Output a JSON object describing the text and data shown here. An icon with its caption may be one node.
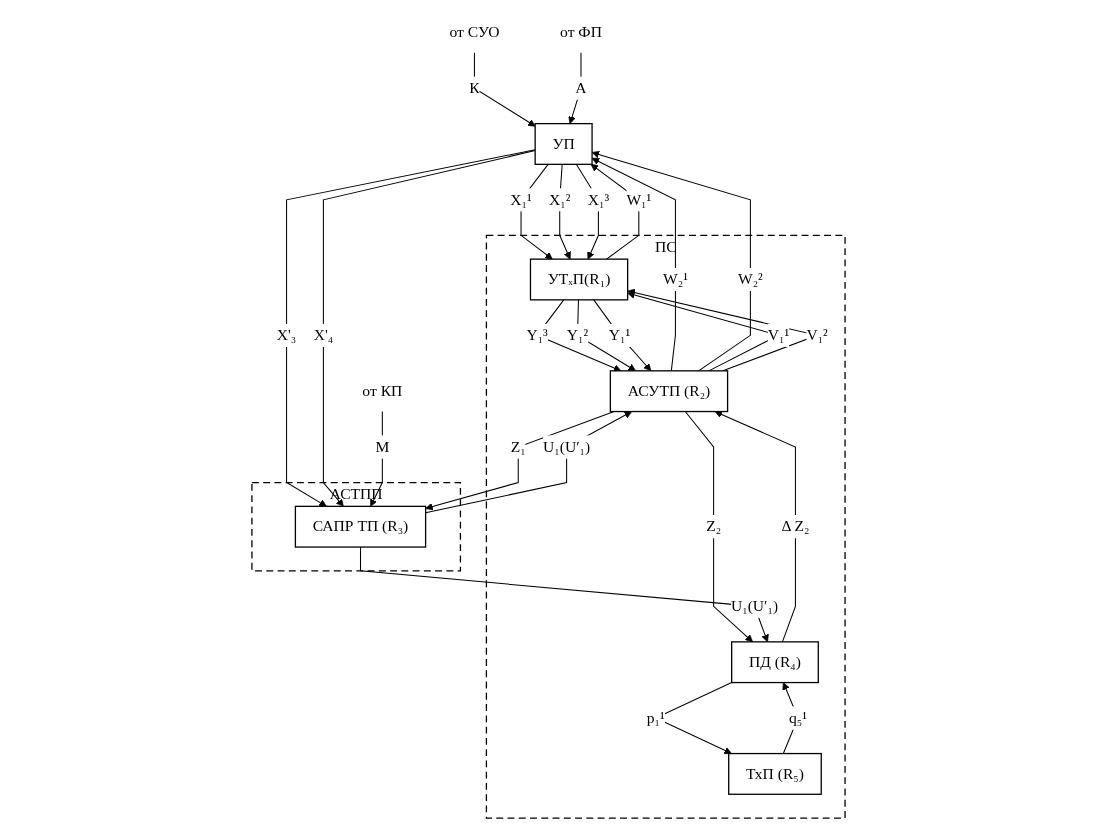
{
  "diagram": {
    "nodes": [
      {
        "text": [
          "от СУО"
        ]
      },
      {
        "text": [
          "от ФП"
        ]
      },
      {
        "text": [
          "УП"
        ]
      },
      {
        "text": [
          "ПС"
        ]
      },
      {
        "text": [
          "УТₓП(R₁)"
        ],
        "in": 3
      },
      {
        "text": [
          "АСУТП (R₂)"
        ],
        "in": 3
      },
      {
        "text": [
          "ПД (R₄)"
        ],
        "in": 3
      },
      {
        "text": [
          "ТхП (R₅)"
        ],
        "in": 3
      },
      {
        "text": [
          "АСТПП"
        ]
      },
      {
        "text": [
          "САПР ТП (R₃)"
        ],
        "in": 8
      },
      {
        "text": [
          "от КП"
        ]
      }
    ],
    "edges": [
      {
        "from": 0,
        "to": 2,
        "arrow": "to",
        "label": "К"
      },
      {
        "from": 1,
        "to": 2,
        "arrow": "to",
        "label": "А"
      },
      {
        "from": 2,
        "to": 4,
        "arrow": "to",
        "label": "X₁¹"
      },
      {
        "from": 4,
        "to": 2,
        "arrow": "to",
        "label": "W₁¹"
      },
      {
        "from": 2,
        "to": 4,
        "arrow": "to",
        "label": "X₁²"
      },
      {
        "from": 2,
        "to": 4,
        "arrow": "to",
        "label": "X₁³"
      },
      {
        "from": 5,
        "to": 2,
        "arrow": "to",
        "label": "W₂¹"
      },
      {
        "from": 5,
        "to": 2,
        "arrow": "to",
        "label": "W₂²"
      },
      {
        "from": 4,
        "to": 5,
        "arrow": "to",
        "label": "Y₁³"
      },
      {
        "from": 4,
        "to": 5,
        "arrow": "to",
        "label": "Y₁²"
      },
      {
        "from": 4,
        "to": 5,
        "arrow": "to",
        "label": "Y₁¹"
      },
      {
        "from": 5,
        "to": 4,
        "arrow": "to",
        "label": "V₁¹"
      },
      {
        "from": 5,
        "to": 4,
        "arrow": "to",
        "label": "V₁²"
      },
      {
        "from": 2,
        "to": 9,
        "arrow": "to",
        "label": "X'₃"
      },
      {
        "from": 2,
        "to": 9,
        "arrow": "to",
        "label": "X'₄"
      },
      {
        "from": 9,
        "to": 5,
        "arrow": "to",
        "label": "U₁(U′₁)"
      },
      {
        "from": 5,
        "to": 9,
        "arrow": "to",
        "label": "Z₁"
      },
      {
        "from": 5,
        "to": 6,
        "arrow": "to",
        "label": "Z₂"
      },
      {
        "from": 6,
        "to": 5,
        "arrow": "to",
        "label": "Δ Z₂"
      },
      {
        "from": 9,
        "to": 6,
        "arrow": "to",
        "label": "U₁(U′₁)"
      },
      {
        "from": 6,
        "to": 7,
        "arrow": "to",
        "label": "p₁¹"
      },
      {
        "from": 7,
        "to": 6,
        "arrow": "to",
        "label": "q₅¹"
      },
      {
        "from": 10,
        "to": 9,
        "arrow": "to",
        "label": "M"
      }
    ]
  }
}
